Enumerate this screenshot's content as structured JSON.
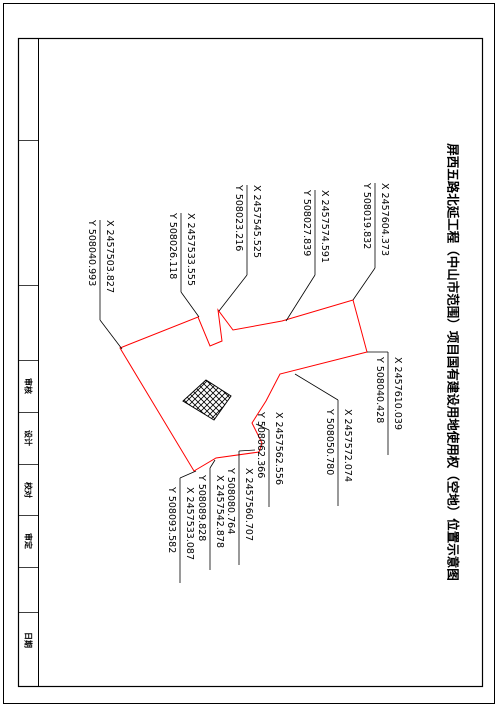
{
  "title": "屏西五路北延工程（中山市范围）项目国有建设用地使用权（空地）位置示意图",
  "title_block": {
    "cells": [
      "审核",
      "设计",
      "校对",
      "审定",
      "日期"
    ]
  },
  "coordinates": [
    {
      "x": "X 2457604.373",
      "y": "Y 508019.832"
    },
    {
      "x": "X 2457574.591",
      "y": "Y 508027.839"
    },
    {
      "x": "X 2457545.525",
      "y": "Y 508023.216"
    },
    {
      "x": "X 2457533.555",
      "y": "Y 508026.118"
    },
    {
      "x": "X 2457503.827",
      "y": "Y 508040.993"
    },
    {
      "x": "X 2457610.039",
      "y": "Y 508040.428"
    },
    {
      "x": "X 2457572.074",
      "y": "Y 508050.780"
    },
    {
      "x": "X 2457562.556",
      "y": "Y 508062.366"
    },
    {
      "x": "X 2457560.707",
      "y": "Y 508080.764"
    },
    {
      "x": "X 2457542.878",
      "y": "Y 508089.828"
    },
    {
      "x": "X 2457533.087",
      "y": "Y 508093.582"
    }
  ],
  "colors": {
    "boundary": "#ff0000",
    "lines": "#000000"
  }
}
